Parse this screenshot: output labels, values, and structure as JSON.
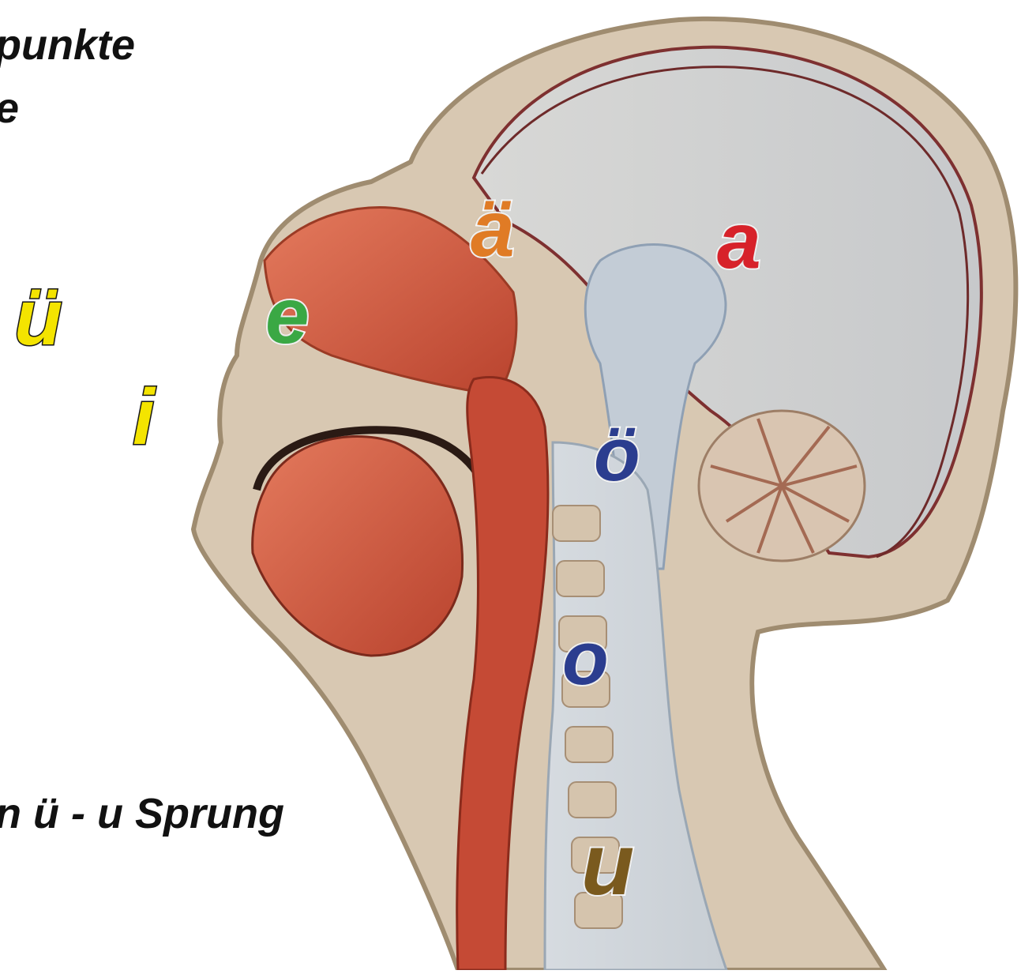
{
  "caption": {
    "title_line_1": "punkte",
    "title_line_2": "e",
    "bottom": "n ü - u Sprung"
  },
  "vowel_markers": {
    "a": "a",
    "ae": "ä",
    "e": "e",
    "oe": "ö",
    "o": "o",
    "u": "u",
    "ue": "ü",
    "i": "i"
  },
  "colors": {
    "a": "#d7222a",
    "ae": "#e07b25",
    "e": "#3aa844",
    "oe": "#2b3d8f",
    "o": "#2b3d8f",
    "u": "#7a5a1e",
    "ue": "#f4e400",
    "i": "#f4e400",
    "caption": "#111111"
  }
}
